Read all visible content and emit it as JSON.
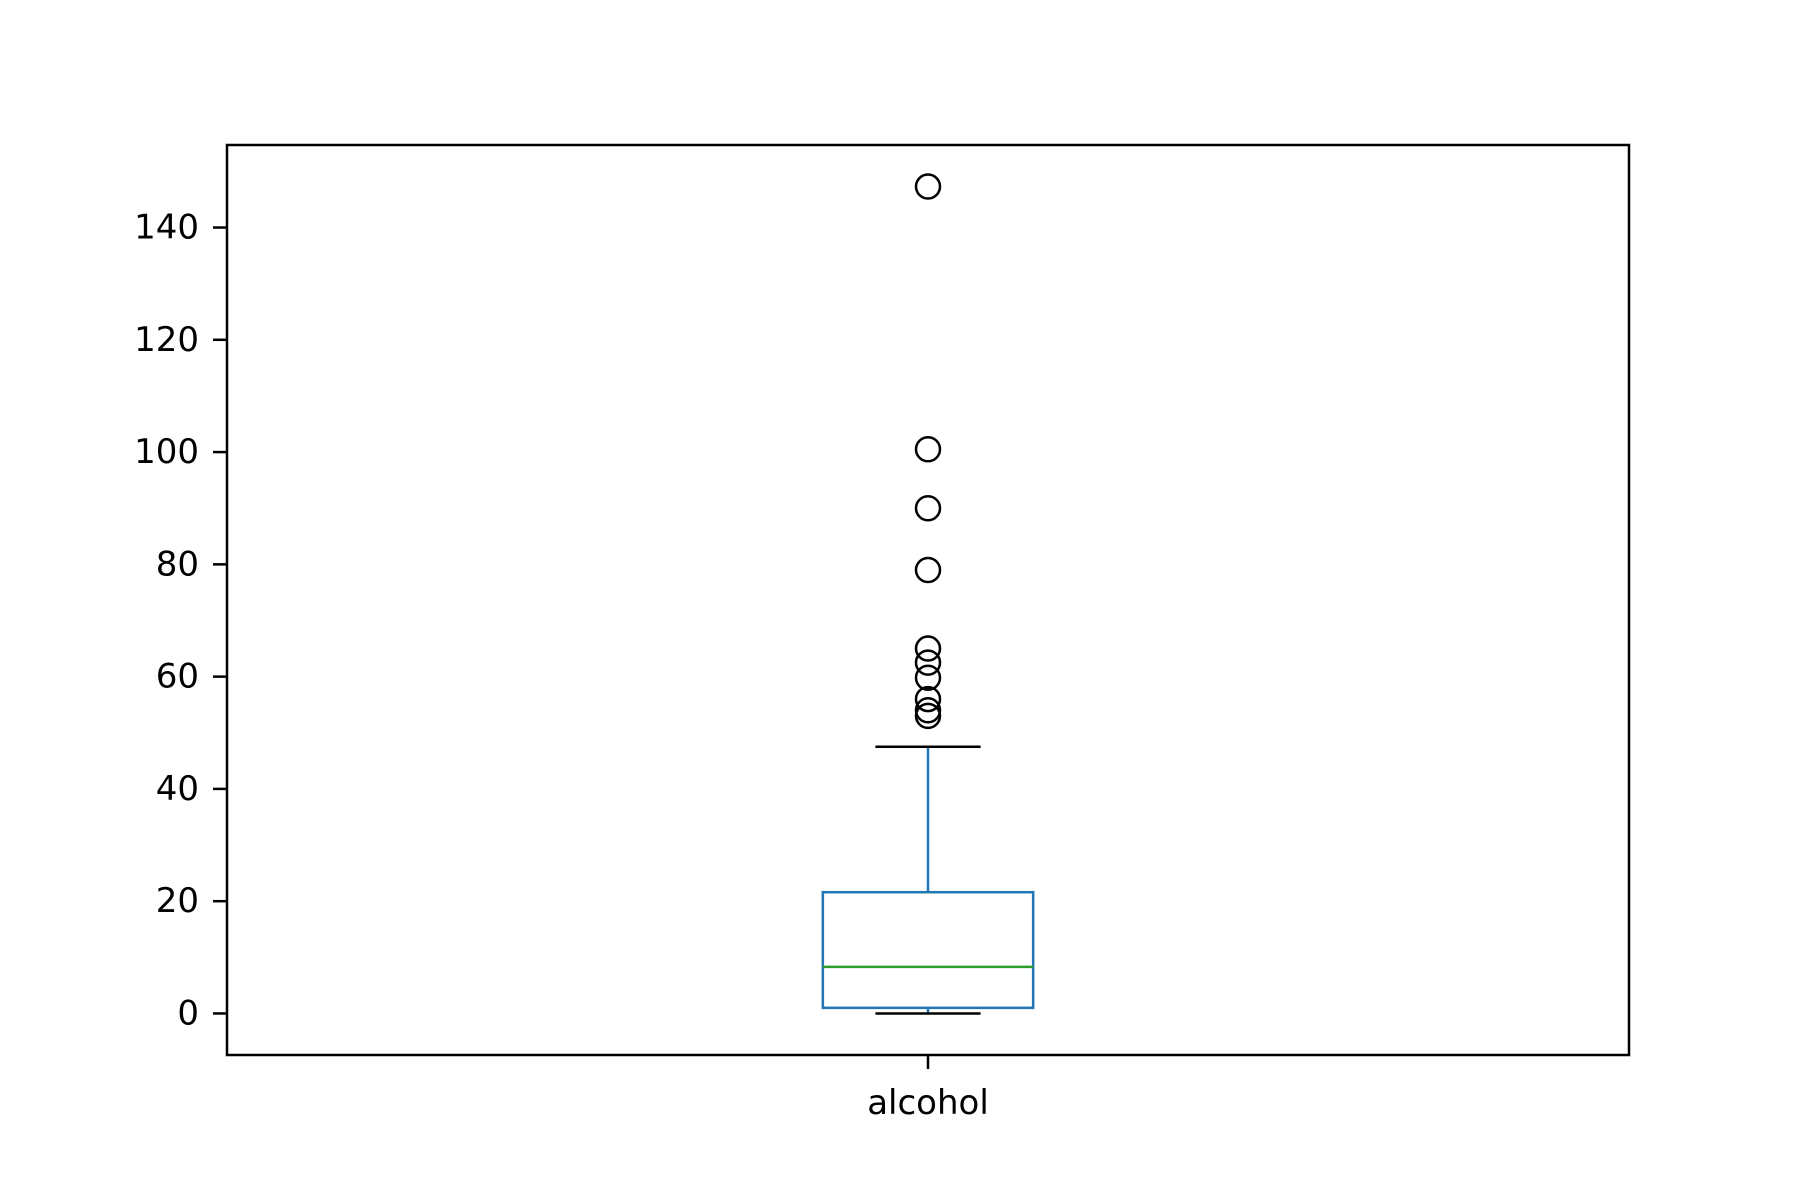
{
  "chart_data": {
    "type": "box",
    "categories": [
      "alcohol"
    ],
    "boxes": [
      {
        "name": "alcohol",
        "whisker_low": 0,
        "q1": 1,
        "median": 8.3,
        "q3": 21.6,
        "whisker_high": 47.5,
        "outliers": [
          53,
          54,
          56,
          59.8,
          62.5,
          65,
          79,
          90,
          100.5,
          147.3
        ]
      }
    ],
    "title": "",
    "xlabel": "",
    "ylabel": "",
    "ylim": [
      -7.4,
      154.7
    ],
    "yticks": [
      0,
      20,
      40,
      60,
      80,
      100,
      120,
      140
    ],
    "grid": false,
    "legend": "none",
    "colors": {
      "box": "#1f77b4",
      "median": "#2ca02c",
      "whisker_cap": "#000000",
      "outlier": "#000000",
      "axis": "#000000"
    }
  }
}
